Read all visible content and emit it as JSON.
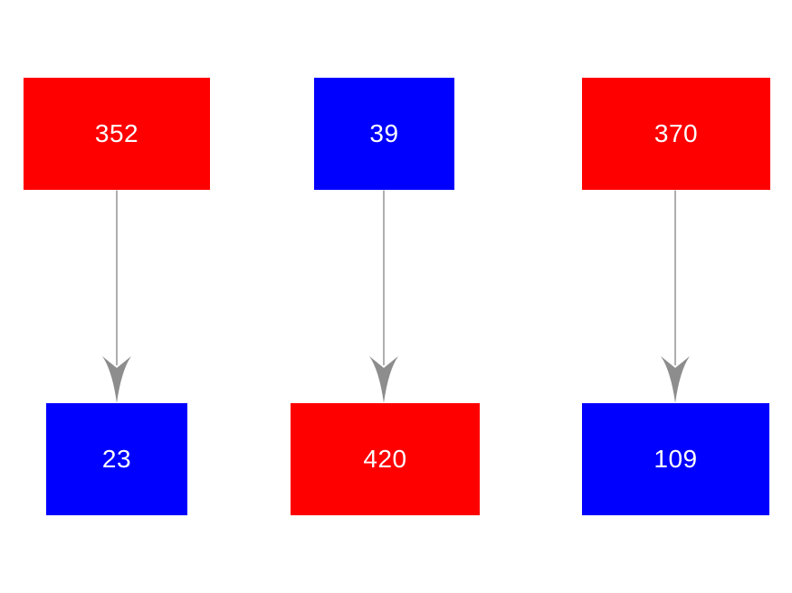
{
  "canvas": {
    "background": "#ffffff"
  },
  "diagram": {
    "text_color": "#ffffff",
    "arrow_color": "#8d8d8d",
    "node_colors": {
      "red": "#ff0000",
      "blue": "#0000ff"
    },
    "nodes": [
      {
        "id": "top-left",
        "value": "352",
        "color": "#ff0000",
        "row": "top"
      },
      {
        "id": "top-middle",
        "value": "39",
        "color": "#0000ff",
        "row": "top"
      },
      {
        "id": "top-right",
        "value": "370",
        "color": "#ff0000",
        "row": "top"
      },
      {
        "id": "bottom-left",
        "value": "23",
        "color": "#0000ff",
        "row": "bottom"
      },
      {
        "id": "bottom-middle",
        "value": "420",
        "color": "#ff0000",
        "row": "bottom"
      },
      {
        "id": "bottom-right",
        "value": "109",
        "color": "#0000ff",
        "row": "bottom"
      }
    ],
    "edges": [
      {
        "from": "top-left",
        "to": "bottom-left",
        "direction": "down"
      },
      {
        "from": "top-middle",
        "to": "bottom-middle",
        "direction": "down"
      },
      {
        "from": "top-right",
        "to": "bottom-right",
        "direction": "down"
      }
    ]
  }
}
